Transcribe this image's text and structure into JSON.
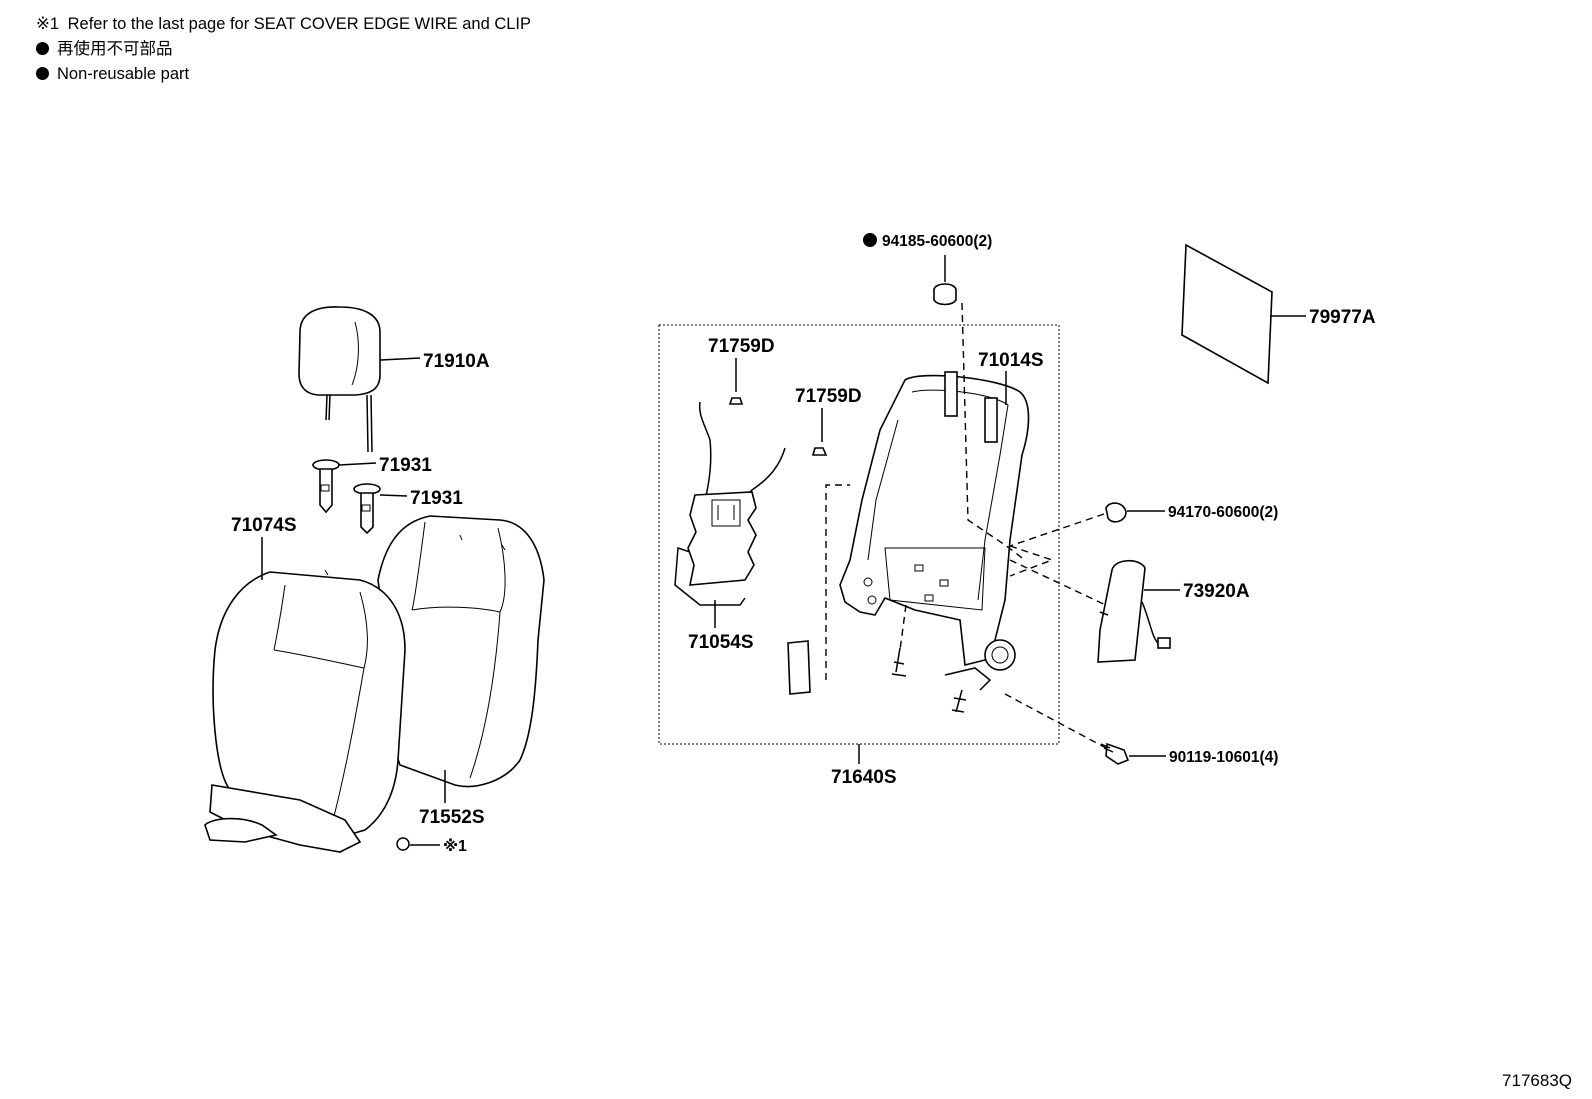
{
  "notes": {
    "note1_symbol": "※1",
    "note1_text": "Refer to the last page for SEAT COVER EDGE WIRE and CLIP",
    "note2_text": "再使用不可部品",
    "note3_text": "Non-reusable part"
  },
  "parts": {
    "p71910A": "71910A",
    "p71931a": "71931",
    "p71931b": "71931",
    "p71074S": "71074S",
    "p71552S": "71552S",
    "p71759D_a": "71759D",
    "p71759D_b": "71759D",
    "p71054S": "71054S",
    "p71014S": "71014S",
    "p71640S": "71640S",
    "p94185": "94185-60600(2)",
    "p94170": "94170-60600(2)",
    "p73920A": "73920A",
    "p90119": "90119-10601(4)",
    "p79977A": "79977A",
    "clip_note": "※1"
  },
  "figure_ref": "717683Q"
}
